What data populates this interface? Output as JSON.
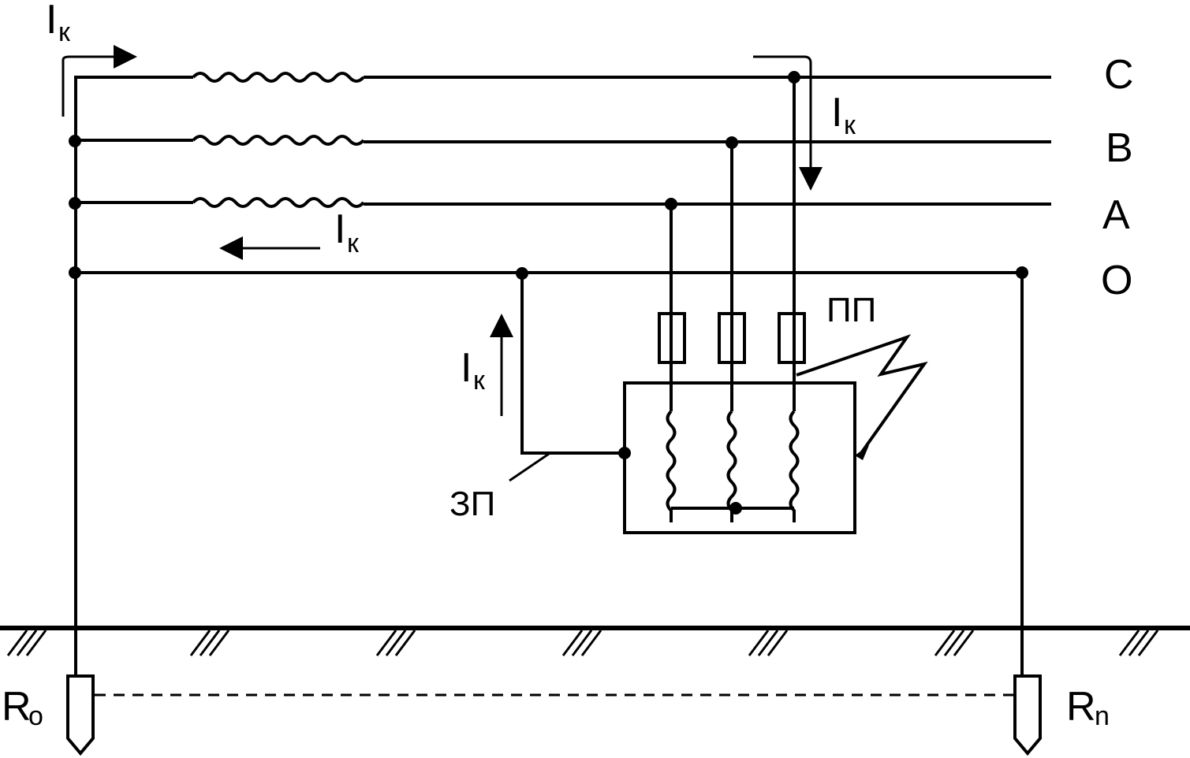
{
  "phases": {
    "c": "C",
    "b": "B",
    "a": "A",
    "o": "O"
  },
  "current": {
    "symbol": "I",
    "subscript": "к"
  },
  "labels": {
    "fuse": "ПП",
    "protective_conductor": "ЗП",
    "ground_source": "R",
    "ground_source_sub": "o",
    "ground_load": "R",
    "ground_load_sub": "n"
  },
  "colors": {
    "ink": "#000000",
    "background": "#ffffff"
  }
}
